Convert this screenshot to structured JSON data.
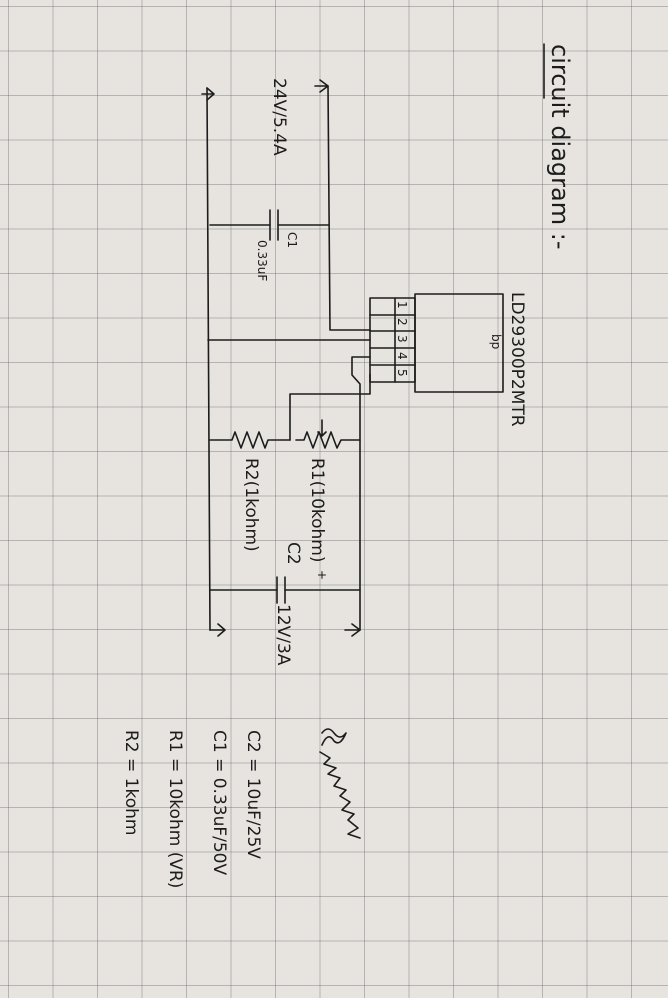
{
  "title": "circuit diagram :-",
  "ic": {
    "part": "LD29300P2MTR",
    "mark": "bp",
    "pins": [
      "1",
      "2",
      "3",
      "4",
      "5"
    ]
  },
  "input": {
    "label": "24V/5.4A"
  },
  "output": {
    "label": "12V/3A"
  },
  "c1": {
    "name": "C1",
    "value": "0.33uF"
  },
  "c2": {
    "name": "C2",
    "polarity": "+"
  },
  "r1": {
    "label": "R1(10kohm)"
  },
  "r2": {
    "label": "R2(1kohm)"
  },
  "specs": [
    "C2 = 10uF/25V",
    "C1 = 0.33uF/50V",
    "R1 = 10kohm   (VR)",
    "R2 = 1kohm"
  ],
  "ink_color": "#1c1c1c",
  "paper_color": "#e7e4e0"
}
